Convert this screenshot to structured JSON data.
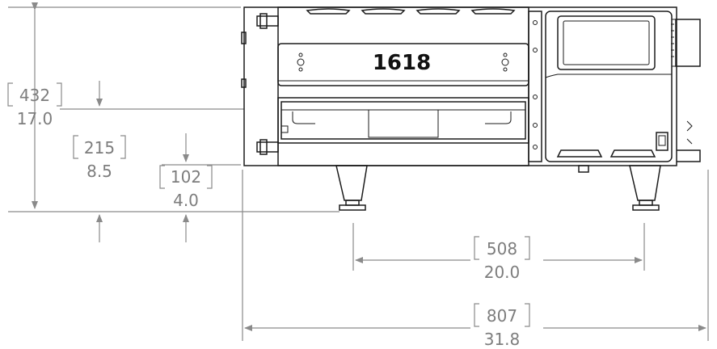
{
  "oven": {
    "model_label": "1618"
  },
  "dimensions": {
    "total_height": {
      "mm": "432",
      "in": "17.0"
    },
    "opening_height": {
      "mm": "215",
      "in": "8.5"
    },
    "leg_height": {
      "mm": "102",
      "in": "4.0"
    },
    "leg_spacing": {
      "mm": "508",
      "in": "20.0"
    },
    "total_width": {
      "mm": "807",
      "in": "31.8"
    }
  }
}
